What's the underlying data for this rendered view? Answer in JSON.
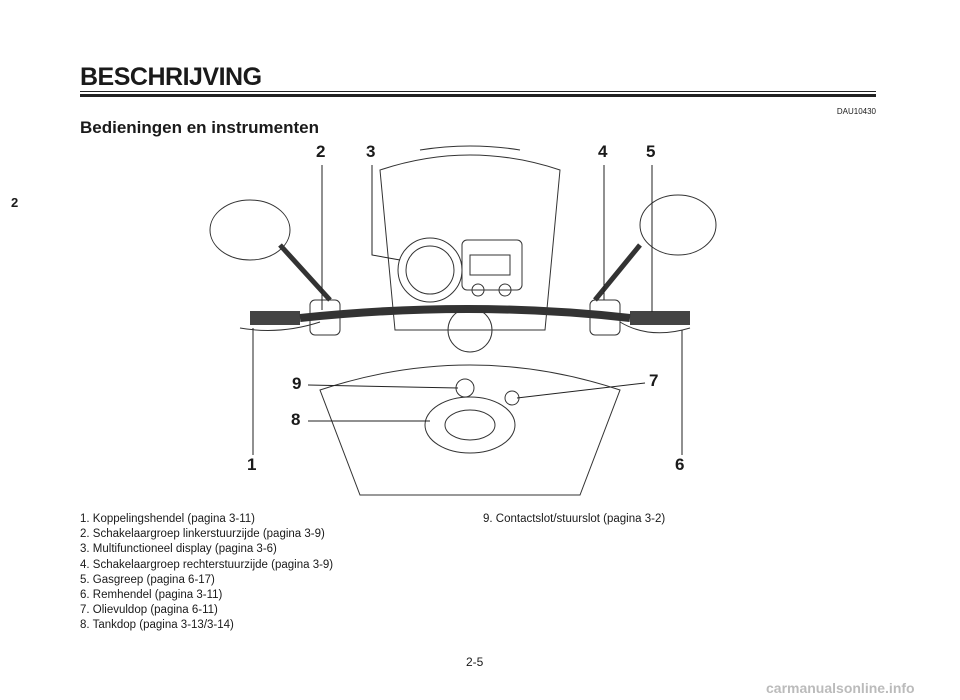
{
  "header": {
    "section_title": "BESCHRIJVING",
    "doc_code": "DAU10430",
    "subtitle": "Bedieningen en instrumenten"
  },
  "chapter_tab": "2",
  "callouts": {
    "c1": "1",
    "c2": "2",
    "c3": "3",
    "c4": "4",
    "c5": "5",
    "c6": "6",
    "c7": "7",
    "c8": "8",
    "c9": "9"
  },
  "legend": [
    "1. Koppelingshendel (pagina 3-11)",
    "2. Schakelaargroep linkerstuurzijde (pagina 3-9)",
    "3. Multifunctioneel display (pagina 3-6)",
    "4. Schakelaargroep rechterstuurzijde (pagina 3-9)",
    "5. Gasgreep (pagina 6-17)",
    "6. Remhendel (pagina 3-11)",
    "7. Olievuldop (pagina 6-11)",
    "8. Tankdop (pagina 3-13/3-14)",
    "9. Contactslot/stuurslot (pagina 3-2)"
  ],
  "footer": {
    "page_number": "2-5",
    "watermark": "carmanualsonline.info"
  }
}
